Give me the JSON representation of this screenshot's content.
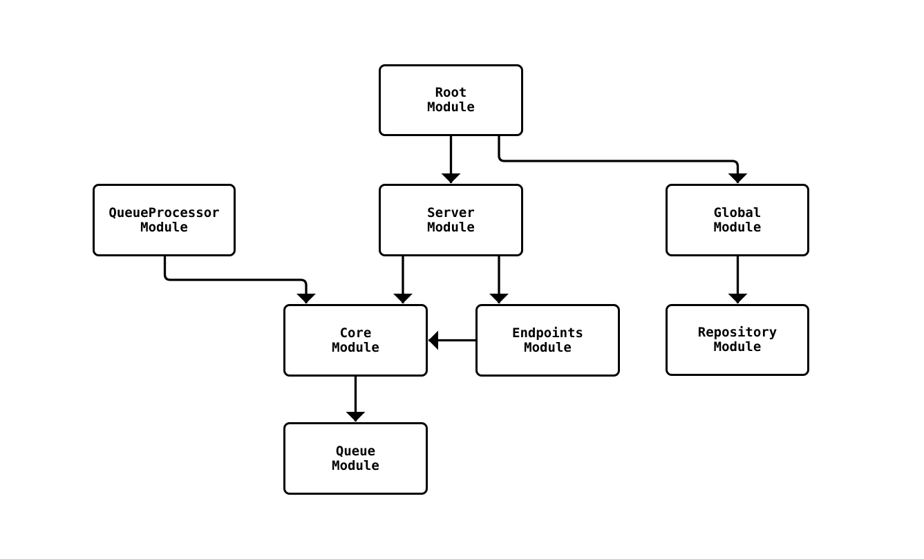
{
  "page": {
    "background_color": "#ffffff"
  },
  "diagram": {
    "type": "flowchart",
    "direction": "top-down",
    "colors": {
      "node_fill": "#ffffff",
      "node_border": "#000000",
      "text": "#000000",
      "edge": "#000000"
    },
    "nodes": {
      "root": {
        "line1": "Root",
        "line2": "Module"
      },
      "queueprocessor": {
        "line1": "QueueProcessor",
        "line2": "Module"
      },
      "server": {
        "line1": "Server",
        "line2": "Module"
      },
      "global": {
        "line1": "Global",
        "line2": "Module"
      },
      "core": {
        "line1": "Core",
        "line2": "Module"
      },
      "endpoints": {
        "line1": "Endpoints",
        "line2": "Module"
      },
      "repository": {
        "line1": "Repository",
        "line2": "Module"
      },
      "queue": {
        "line1": "Queue",
        "line2": "Module"
      }
    },
    "edges": [
      {
        "from": "Root Module",
        "to": "Server Module"
      },
      {
        "from": "Root Module",
        "to": "Global Module"
      },
      {
        "from": "QueueProcessor Module",
        "to": "Core Module"
      },
      {
        "from": "Server Module",
        "to": "Core Module"
      },
      {
        "from": "Server Module",
        "to": "Endpoints Module"
      },
      {
        "from": "Endpoints Module",
        "to": "Core Module"
      },
      {
        "from": "Global Module",
        "to": "Repository Module"
      },
      {
        "from": "Core Module",
        "to": "Queue Module"
      }
    ]
  }
}
